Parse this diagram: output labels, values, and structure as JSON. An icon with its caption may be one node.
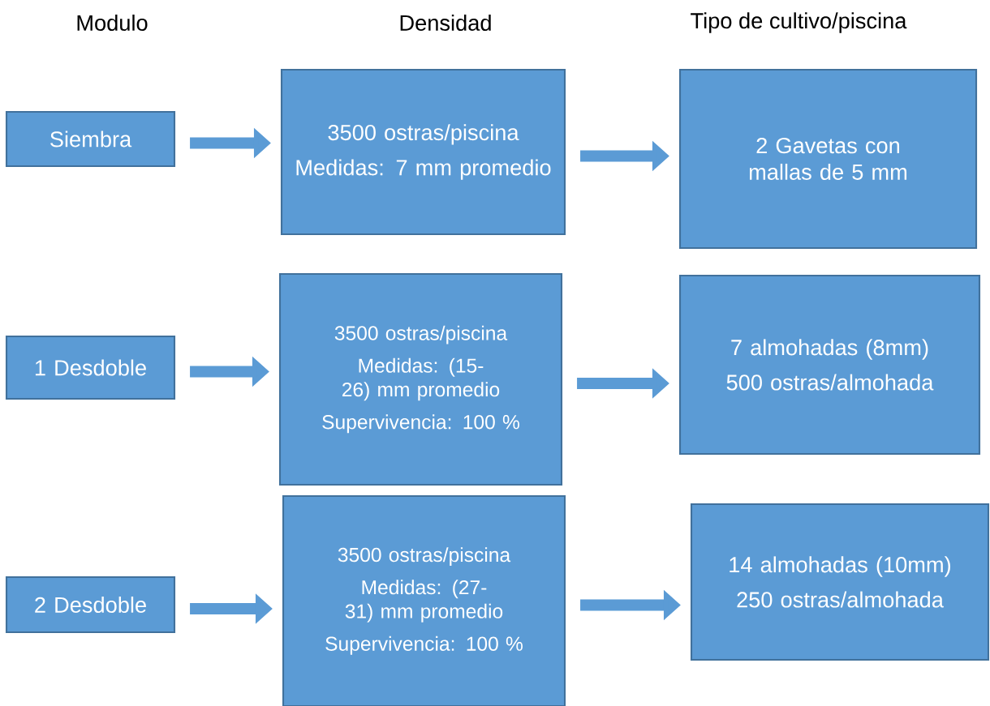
{
  "diagram": {
    "nodes": [
      {
        "text": [
          "Siembra"
        ]
      },
      {
        "text": [
          "3500 ostras/piscina",
          "Medidas: 7 mm promedio"
        ]
      },
      {
        "text": [
          "2 Gavetas con mallas de 5 mm"
        ]
      },
      {
        "text": [
          "1 Desdoble"
        ]
      },
      {
        "text": [
          "3500 ostras/piscina",
          "Medidas: (15-26) mm promedio",
          "Supervivencia: 100 %"
        ]
      },
      {
        "text": [
          "7 almohadas (8mm)",
          "500 ostras/almohada"
        ]
      },
      {
        "text": [
          "2 Desdoble"
        ]
      },
      {
        "text": [
          "3500 ostras/piscina",
          "Medidas: (27-31) mm promedio",
          "Supervivencia: 100 %"
        ]
      },
      {
        "text": [
          "14 almohadas (10mm)",
          "250 ostras/almohada"
        ]
      }
    ],
    "edges": [
      {
        "from": 0,
        "to": 1,
        "arrow": "to"
      },
      {
        "from": 1,
        "to": 2,
        "arrow": "to"
      },
      {
        "from": 3,
        "to": 4,
        "arrow": "to"
      },
      {
        "from": 4,
        "to": 5,
        "arrow": "to"
      },
      {
        "from": 6,
        "to": 7,
        "arrow": "to"
      },
      {
        "from": 7,
        "to": 8,
        "arrow": "to"
      }
    ],
    "labels": [
      "Modulo",
      "Densidad",
      "Tipo de cultivo/piscina"
    ]
  }
}
